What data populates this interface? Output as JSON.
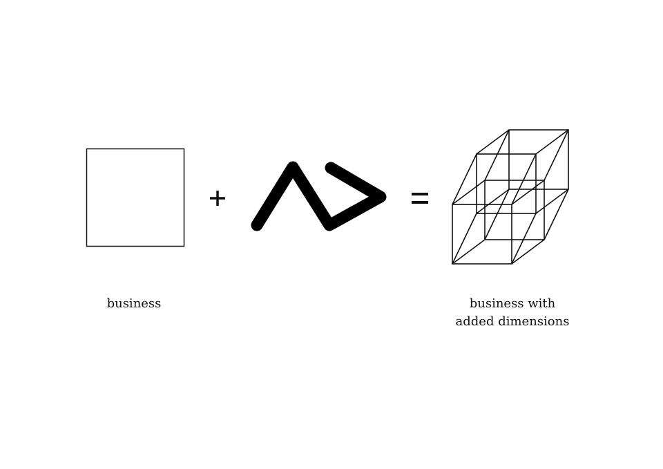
{
  "diagram": {
    "left_label": "business",
    "plus": "+",
    "equals": "=",
    "logo": "AD",
    "right_label_line1": "business with",
    "right_label_line2": "added dimensions"
  },
  "colors": {
    "ink": "#111111",
    "background": "#ffffff"
  }
}
